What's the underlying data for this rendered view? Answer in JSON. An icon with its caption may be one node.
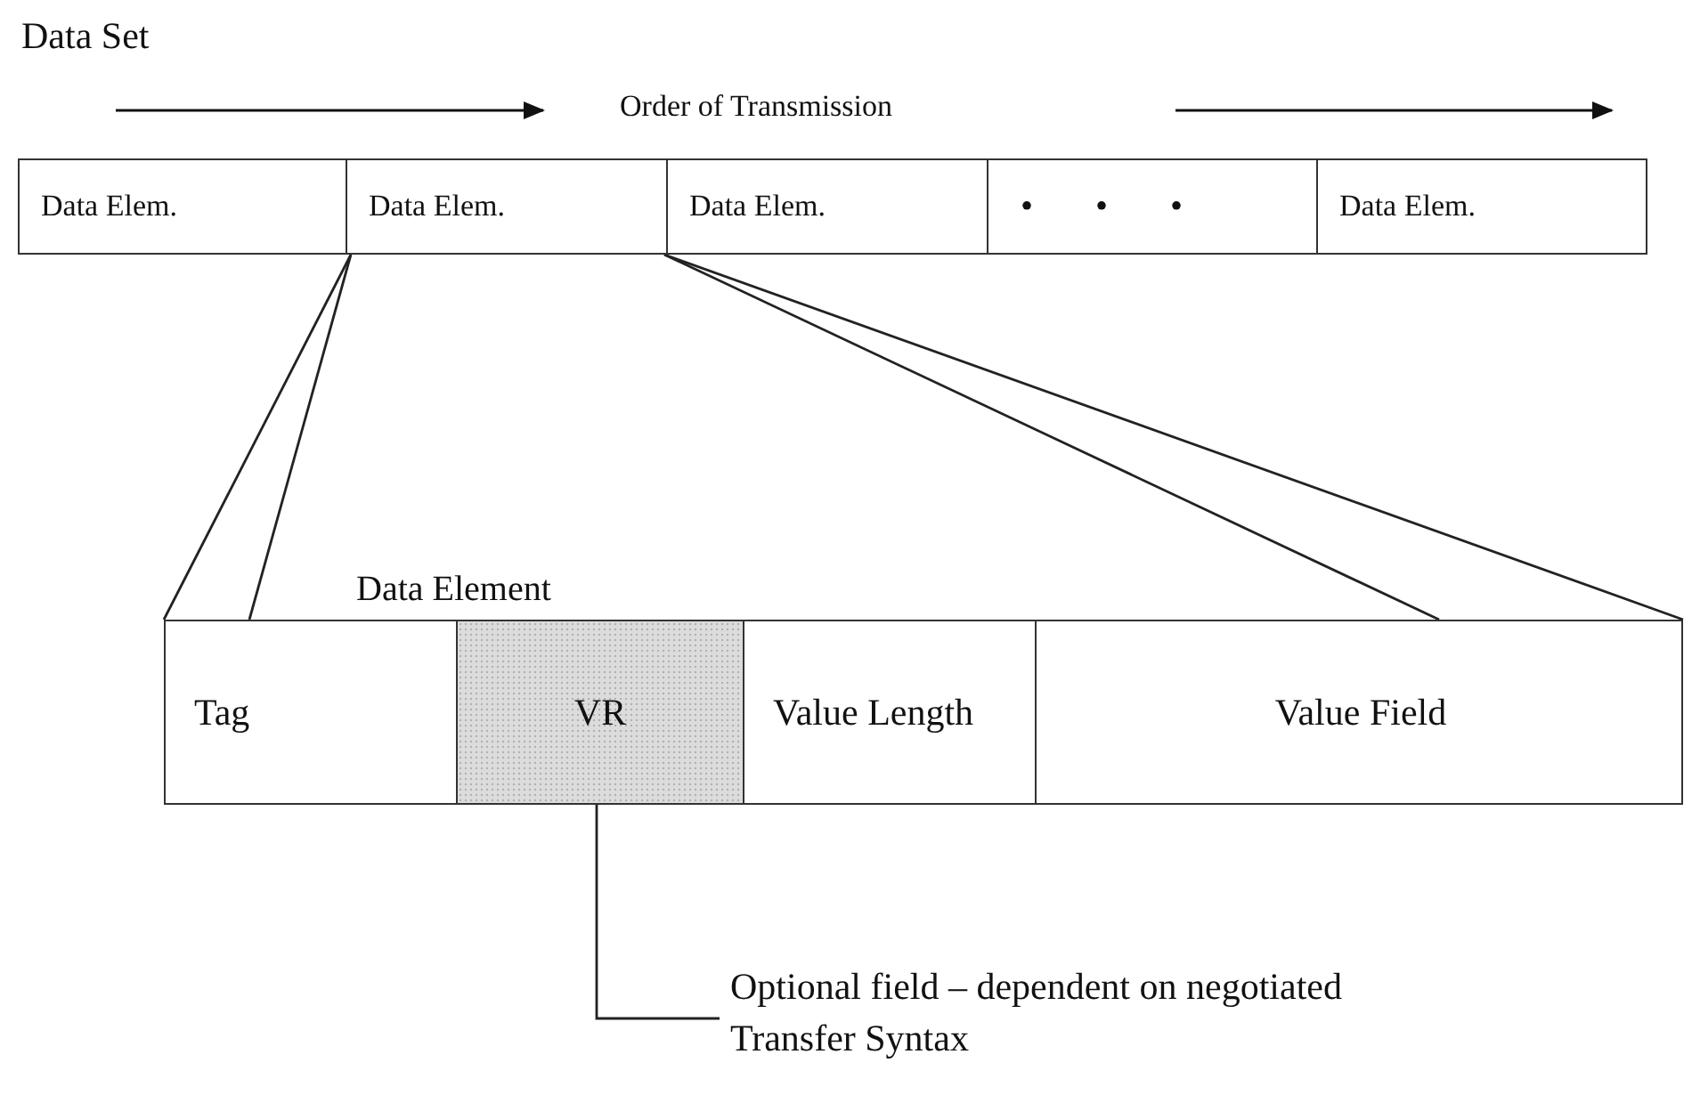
{
  "diagram": {
    "title": "Data Set",
    "nodes": [
      {
        "text": [
          "Data Elem."
        ]
      },
      {
        "text": [
          "Data Elem."
        ]
      },
      {
        "text": [
          "Data Elem."
        ]
      },
      {
        "text": [
          "• • •"
        ]
      },
      {
        "text": [
          "Data Elem."
        ]
      },
      {
        "text": [
          "Data Element"
        ]
      },
      {
        "text": [
          "Tag"
        ],
        "in": 5
      },
      {
        "text": [
          "VR"
        ],
        "in": 5
      },
      {
        "text": [
          "Value Length"
        ],
        "in": 5
      },
      {
        "text": [
          "Value Field"
        ],
        "in": 5
      },
      {
        "text": [
          "Optional field – dependent on negotiated Transfer Syntax"
        ]
      }
    ],
    "edges": [
      {
        "from": 1,
        "to": 6,
        "arrow": "none"
      },
      {
        "from": 1,
        "to": 6,
        "arrow": "none"
      },
      {
        "from": 1,
        "to": 9,
        "arrow": "none"
      },
      {
        "from": 1,
        "to": 9,
        "arrow": "none"
      },
      {
        "from": 10,
        "to": 7,
        "arrow": "none"
      }
    ],
    "labels": [
      "Order of Transmission"
    ]
  }
}
